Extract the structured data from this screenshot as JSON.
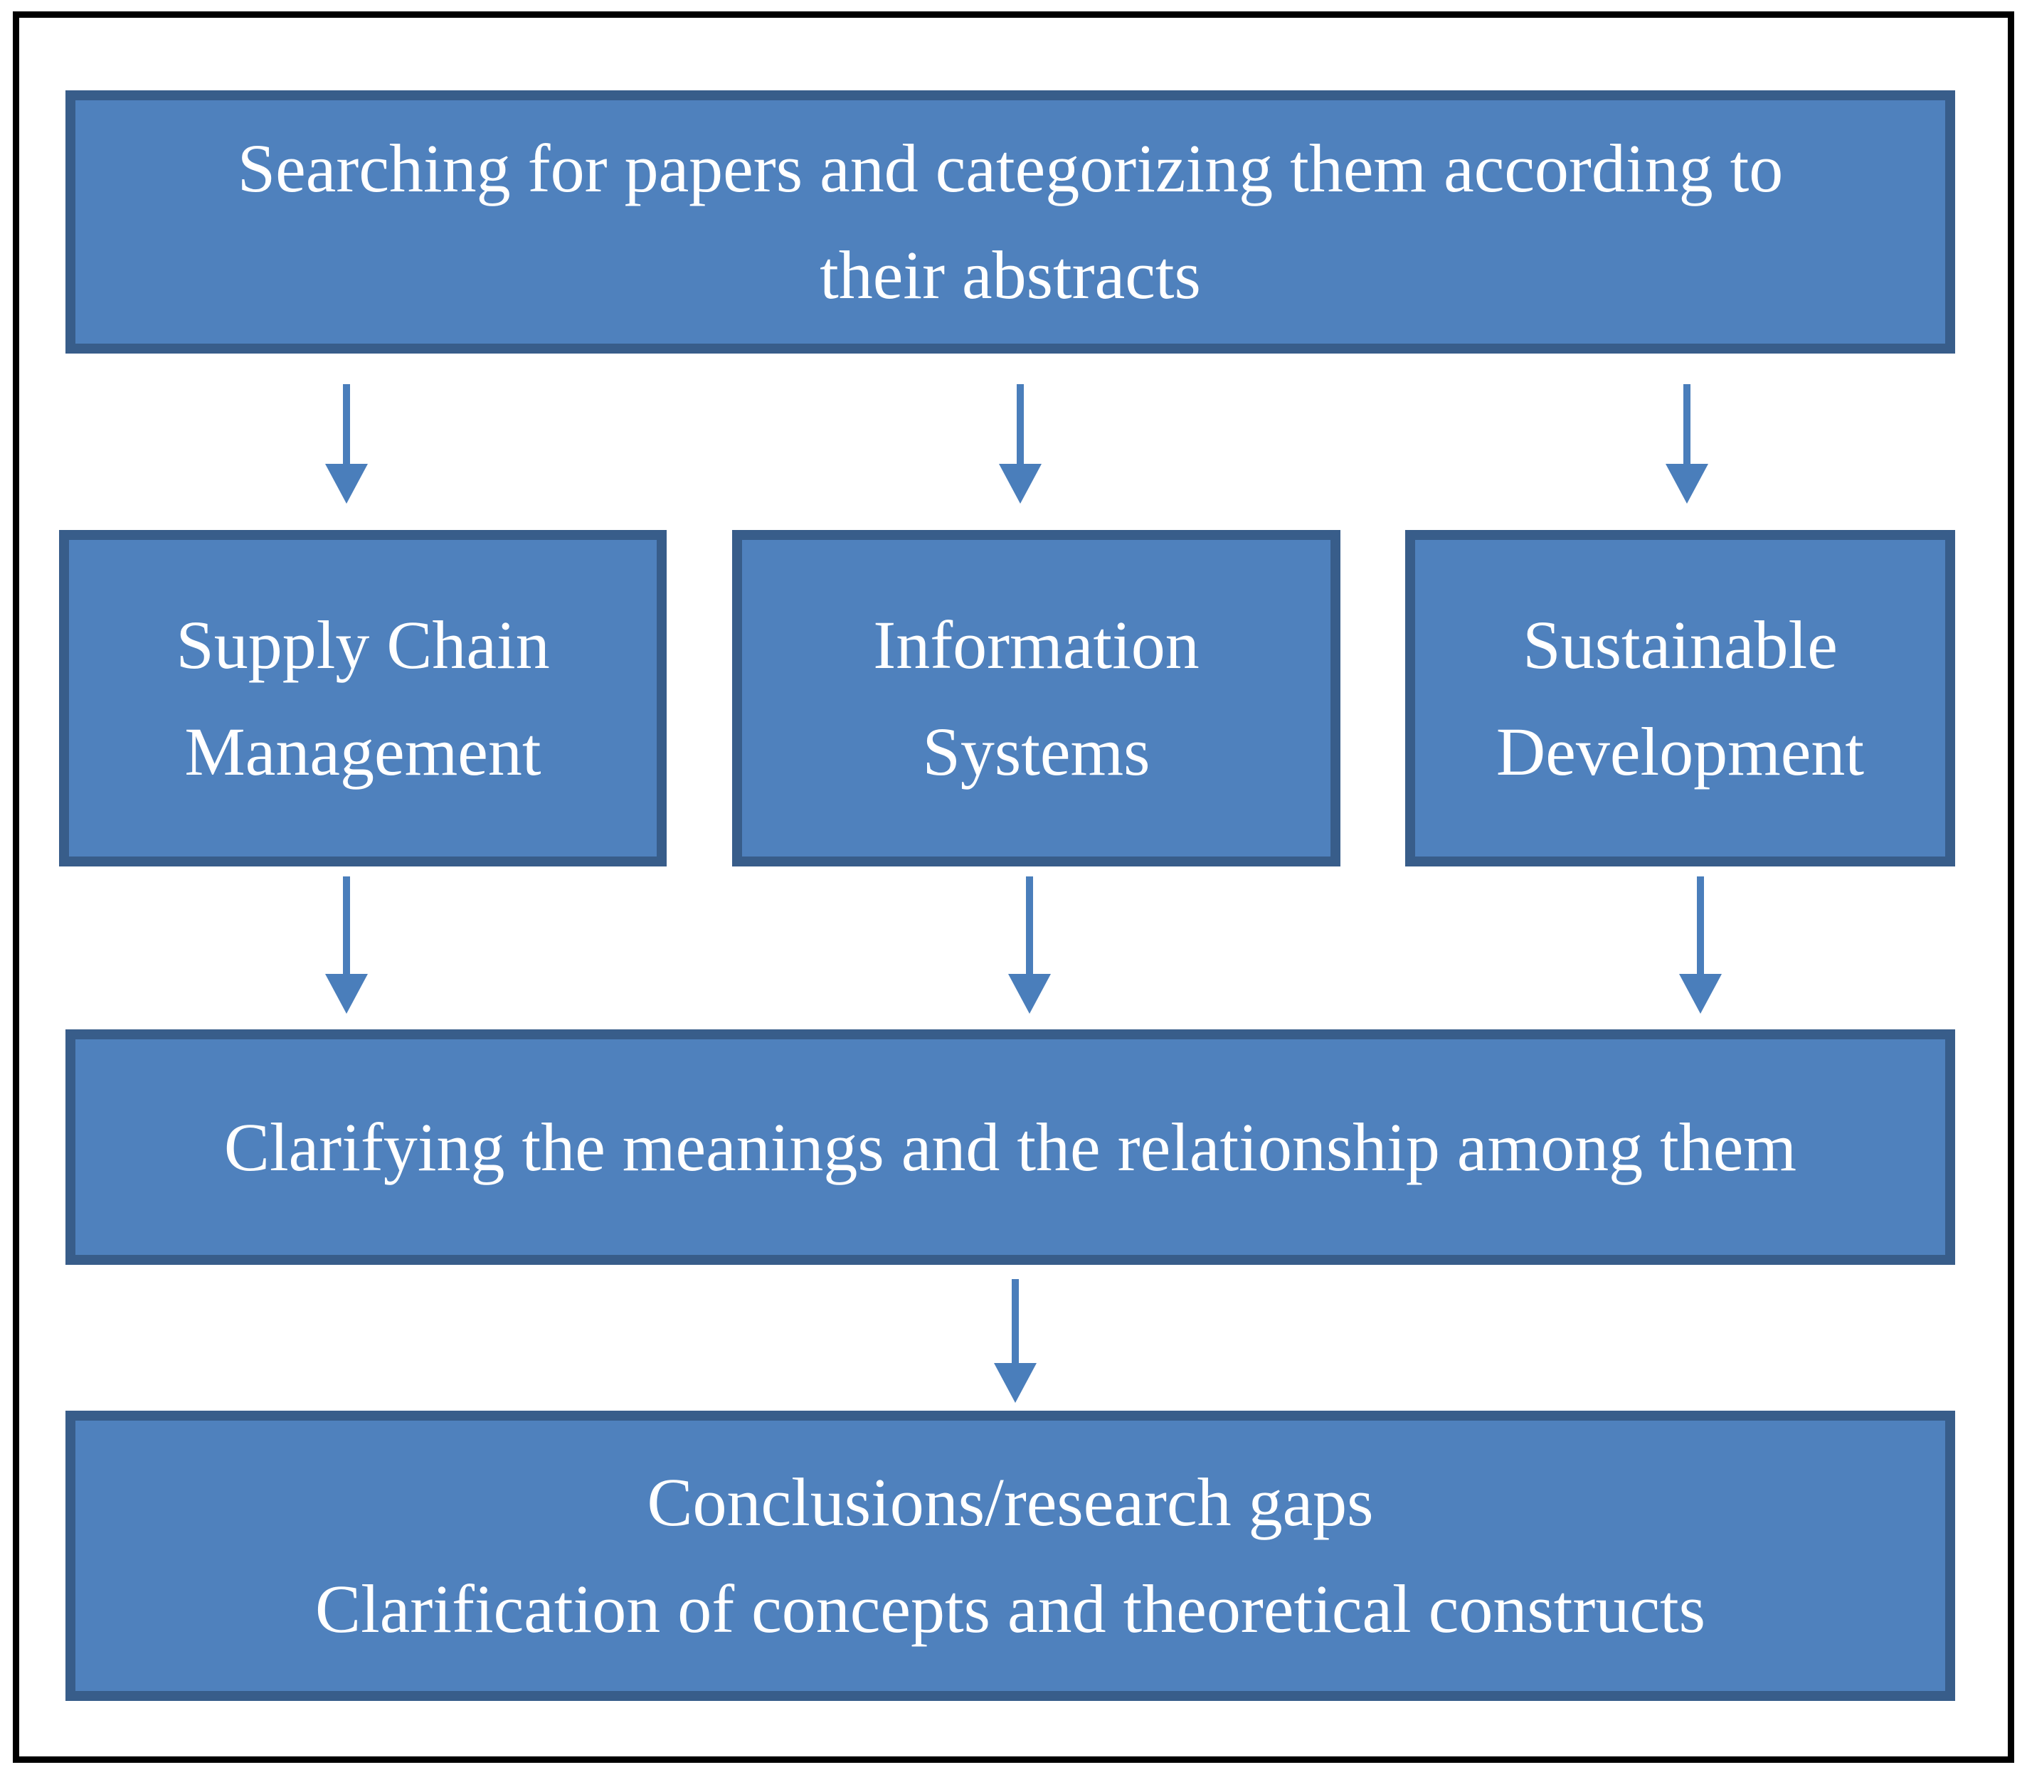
{
  "diagram": {
    "top_box": {
      "line1": "Searching for papers and categorizing them according to",
      "line2": "their abstracts"
    },
    "category_boxes": [
      {
        "label": "Supply Chain Management"
      },
      {
        "label": "Information Systems"
      },
      {
        "label": "Sustainable Development"
      }
    ],
    "clarify_box": {
      "label": "Clarifying the meanings and the relationship among them"
    },
    "conclusions_box": {
      "line1": "Conclusions/research gaps",
      "line2": "Clarification of concepts and theoretical constructs"
    },
    "colors": {
      "box_fill": "#4f81bd",
      "box_border": "#385d8a",
      "arrow_color": "#4a7ebb",
      "outer_border": "#000000",
      "text_color": "#ffffff",
      "bg": "#ffffff"
    }
  }
}
